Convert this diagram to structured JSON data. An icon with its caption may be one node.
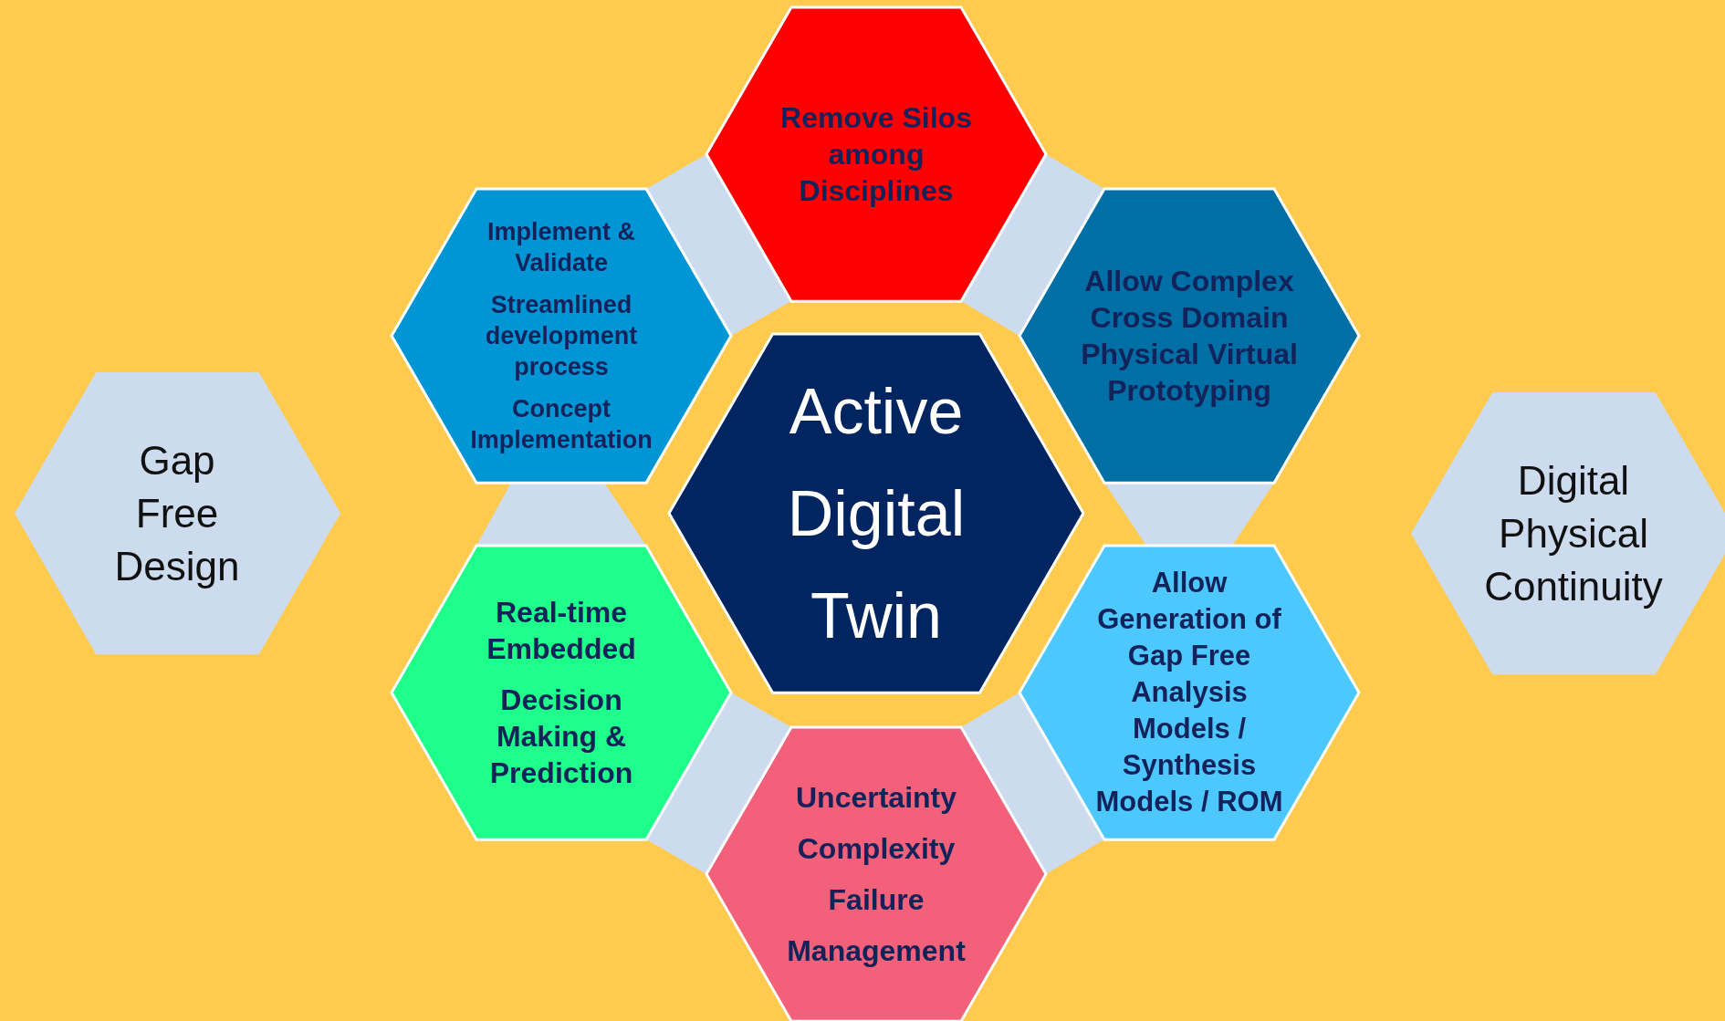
{
  "diagram": {
    "nodes": [
      {
        "text": [
          "Remove Silos among Disciplines"
        ]
      },
      {
        "text": [
          "Implement & Validate",
          "Streamlined development process",
          "Concept Implementation"
        ]
      },
      {
        "text": [
          "Allow Complex Cross Domain Physical Virtual Prototyping"
        ]
      },
      {
        "text": [
          "Gap Free Design"
        ]
      },
      {
        "text": [
          "Active Digital Twin"
        ]
      },
      {
        "text": [
          "Digital Physical Continuity"
        ]
      },
      {
        "text": [
          "Real-time Embedded",
          "Decision Making & Prediction"
        ]
      },
      {
        "text": [
          "Allow Generation of Gap Free Analysis Models / Synthesis Models / ROM"
        ]
      },
      {
        "text": [
          "Uncertainty Complexity Failure Management"
        ]
      },
      {
        "text": [],
        "shape": "hexagon"
      },
      {
        "text": [],
        "shape": "hexagon"
      },
      {
        "text": [],
        "shape": "hexagon"
      },
      {
        "text": [],
        "shape": "hexagon"
      },
      {
        "text": [],
        "shape": "hexagon"
      },
      {
        "text": [],
        "shape": "hexagon"
      }
    ]
  }
}
